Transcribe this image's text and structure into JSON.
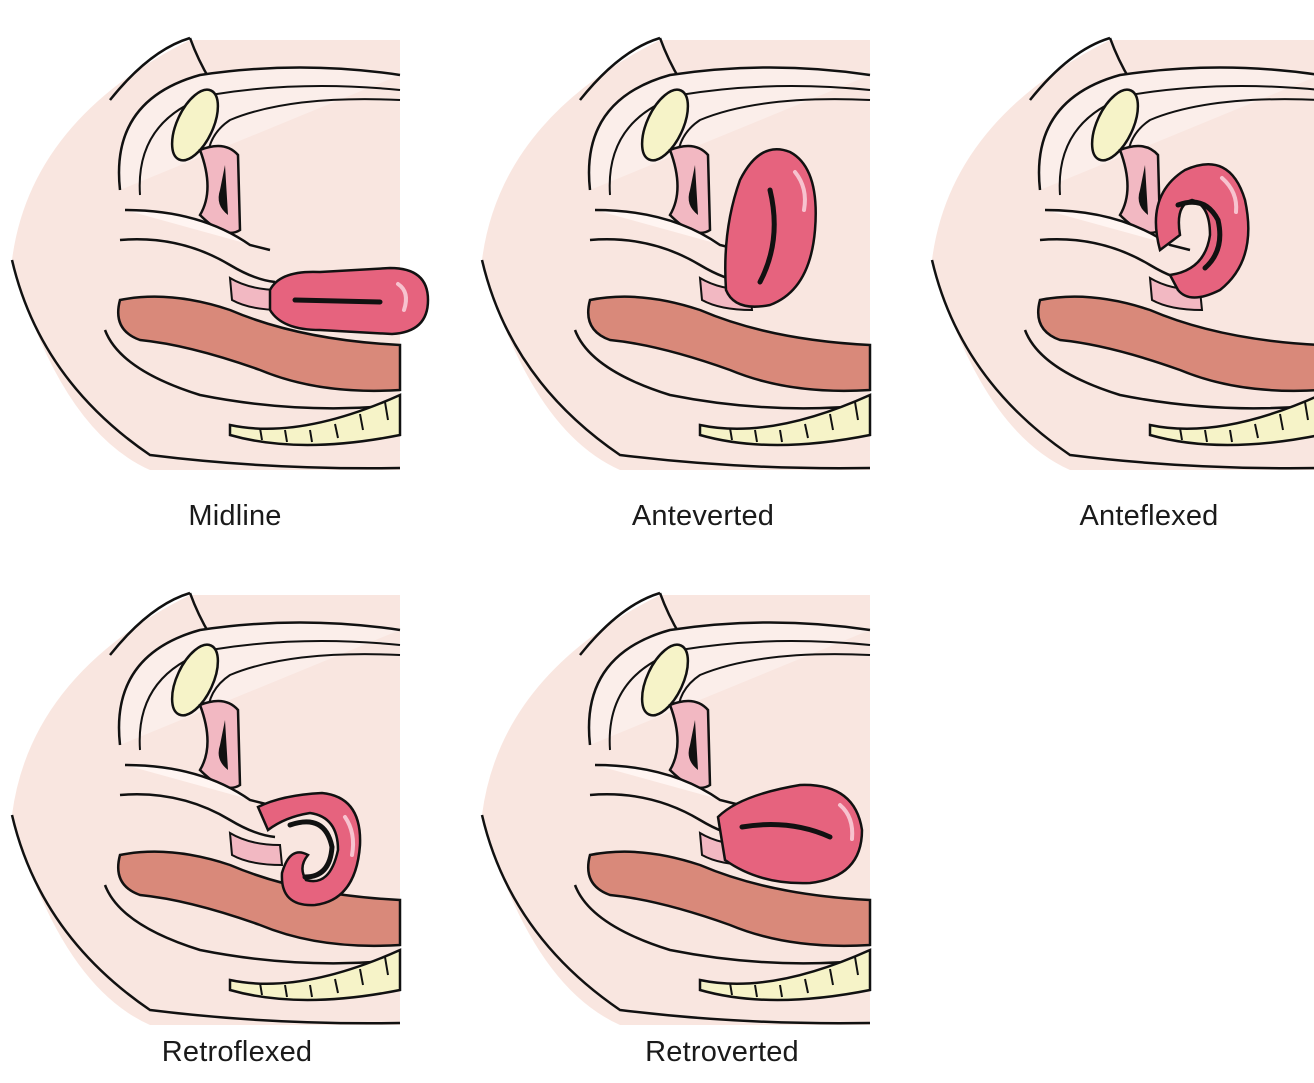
{
  "panels": [
    {
      "id": "midline",
      "label": "Midline",
      "uterus": "midline"
    },
    {
      "id": "anteverted",
      "label": "Anteverted",
      "uterus": "anteverted"
    },
    {
      "id": "anteflexed",
      "label": "Anteflexed",
      "uterus": "anteflexed"
    },
    {
      "id": "retroflexed",
      "label": "Retroflexed",
      "uterus": "retroflexed"
    },
    {
      "id": "retroverted",
      "label": "Retroverted",
      "uterus": "retroverted"
    }
  ],
  "colors": {
    "skin": "#f9e6e0",
    "skin_dark": "#f3d6cf",
    "bone": "#f6f3c8",
    "bladder": "#f2b8c2",
    "uterus": "#e6637e",
    "uterus_highlight": "#f7c3cf",
    "rectum": "#d9897a",
    "outline": "#111111"
  }
}
